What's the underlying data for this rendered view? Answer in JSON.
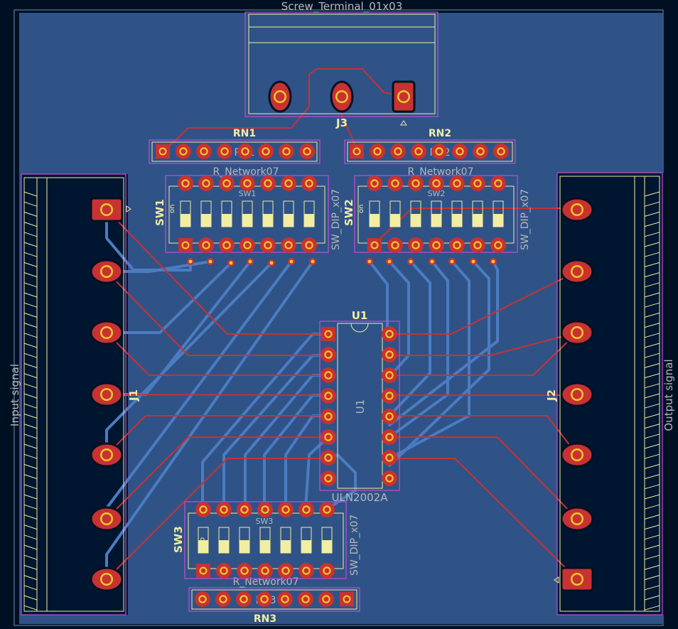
{
  "colors": {
    "background": "#001023",
    "copper_fill": "#2f5387",
    "track_back": "#4c7cc0",
    "track_front": "#c83232",
    "pad": "#c83232",
    "drill": "#f0c82a",
    "silk": "#f2eda1",
    "fab": "#b8b8b8",
    "courtyard": "#c84ad6"
  },
  "j3": {
    "value": "Screw_Terminal_01x03",
    "reference": "J3"
  },
  "rn1": {
    "reference": "RN1",
    "fab_reference": "RN1",
    "value": "R_Network07"
  },
  "rn2": {
    "reference": "RN2",
    "fab_reference": "RN2",
    "value": "R_Network07"
  },
  "rn3": {
    "reference": "RN3",
    "fab_reference": "RN3",
    "value": "R_Network07"
  },
  "sw1": {
    "reference": "SW1",
    "fab_reference": "SW1",
    "value": "SW_DIP_x07",
    "on_label": "on"
  },
  "sw2": {
    "reference": "SW2",
    "fab_reference": "SW2",
    "value": "SW_DIP_x07",
    "on_label": "on"
  },
  "sw3": {
    "reference": "SW3",
    "fab_reference": "SW3",
    "value": "SW_DIP_x07",
    "on_label": "on"
  },
  "u1": {
    "reference": "U1",
    "fab_reference": "U1",
    "value": "ULN2002A"
  },
  "j1": {
    "reference": "J1",
    "label": "Input signal"
  },
  "j2": {
    "reference": "J2",
    "label": "Output signal"
  }
}
